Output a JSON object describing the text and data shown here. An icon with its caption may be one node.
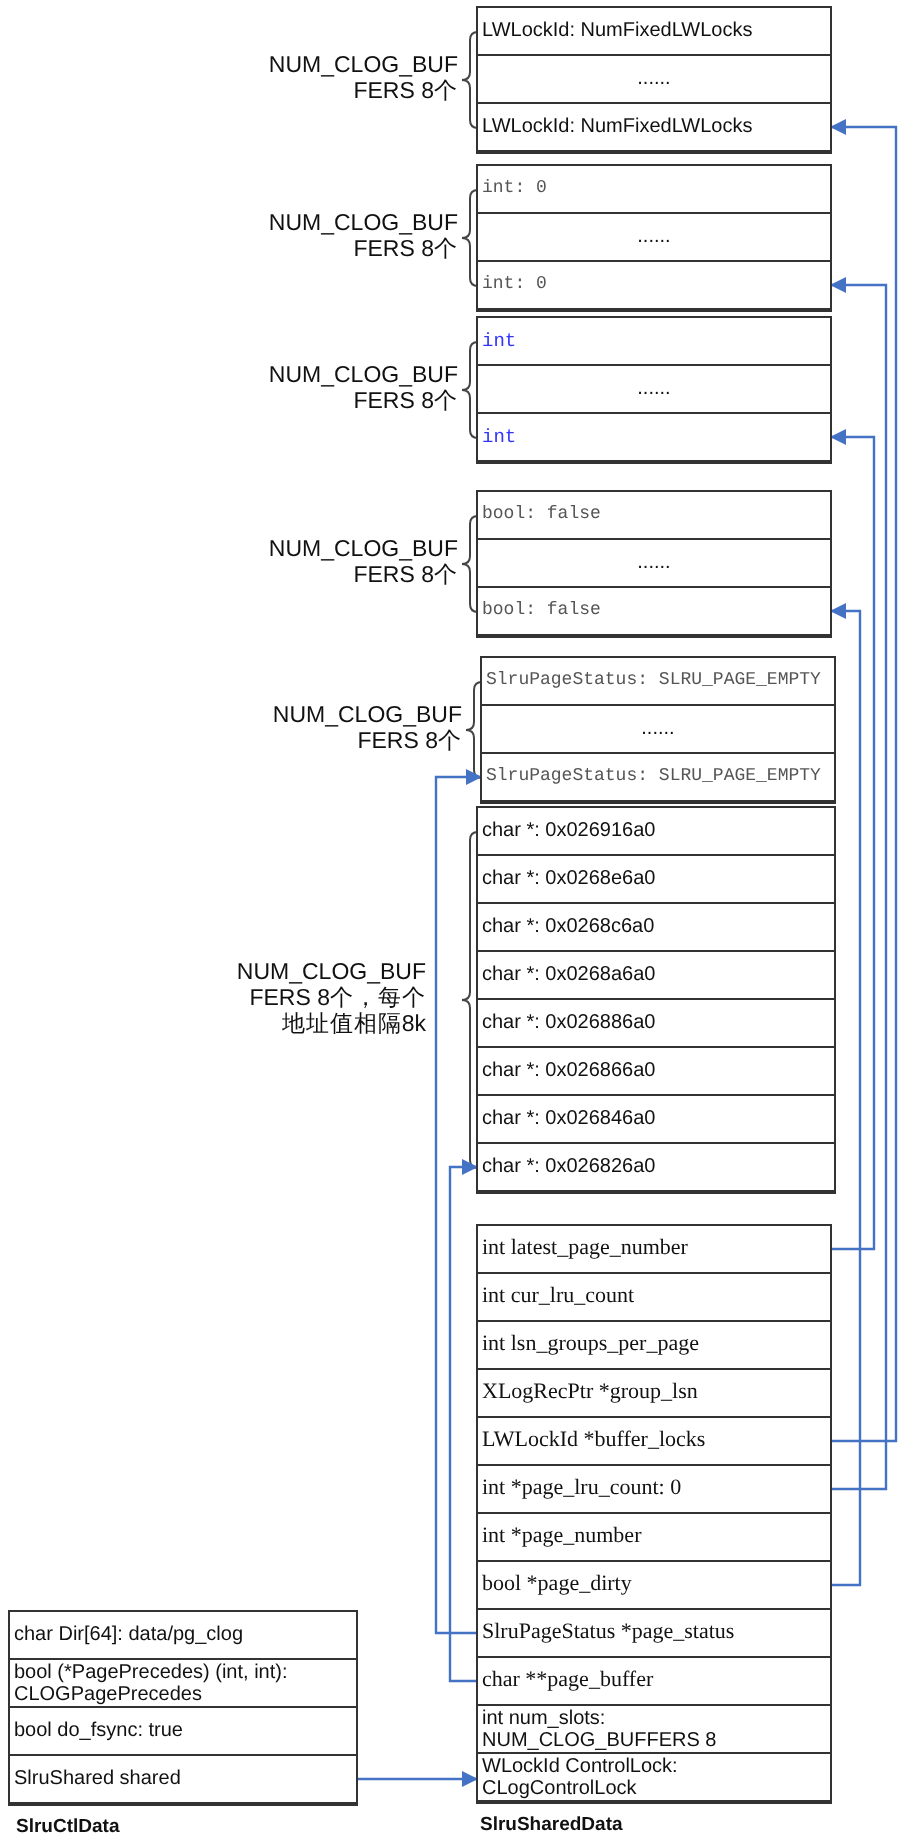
{
  "diagram": {
    "nodes": [
      {
        "text": [],
        "shape": "box",
        "beside": [
          "NUM_CLOG_BUFFERS 8个"
        ]
      },
      {
        "text": [
          "LWLockId: NumFixedLWLocks"
        ],
        "in": 0
      },
      {
        "text": [
          "......"
        ],
        "in": 0
      },
      {
        "text": [
          "LWLockId: NumFixedLWLocks"
        ],
        "in": 0
      },
      {
        "text": [],
        "shape": "box",
        "beside": [
          "NUM_CLOG_BUFFERS 8个"
        ]
      },
      {
        "text": [
          "int: 0"
        ],
        "in": 4
      },
      {
        "text": [
          "......"
        ],
        "in": 4
      },
      {
        "text": [
          "int: 0"
        ],
        "in": 4
      },
      {
        "text": [],
        "shape": "box",
        "beside": [
          "NUM_CLOG_BUFFERS 8个"
        ]
      },
      {
        "text": [
          "int"
        ],
        "in": 8
      },
      {
        "text": [
          "......"
        ],
        "in": 8
      },
      {
        "text": [
          "int"
        ],
        "in": 8
      },
      {
        "text": [],
        "shape": "box",
        "beside": [
          "NUM_CLOG_BUFFERS 8个"
        ]
      },
      {
        "text": [
          "bool: false"
        ],
        "in": 12
      },
      {
        "text": [
          "......"
        ],
        "in": 12
      },
      {
        "text": [
          "bool: false"
        ],
        "in": 12
      },
      {
        "text": [],
        "shape": "box",
        "beside": [
          "NUM_CLOG_BUFFERS 8个"
        ]
      },
      {
        "text": [
          "SlruPageStatus: SLRU_PAGE_EMPTY"
        ],
        "in": 16
      },
      {
        "text": [
          "......"
        ],
        "in": 16
      },
      {
        "text": [
          "SlruPageStatus: SLRU_PAGE_EMPTY"
        ],
        "in": 16
      },
      {
        "text": [],
        "shape": "box",
        "beside": [
          "NUM_CLOG_BUFFERS 8个，每个地址值相隔8k"
        ]
      },
      {
        "text": [
          "char *: 0x026916a0"
        ],
        "in": 20
      },
      {
        "text": [
          "char *: 0x0268e6a0"
        ],
        "in": 20
      },
      {
        "text": [
          "char *: 0x0268c6a0"
        ],
        "in": 20
      },
      {
        "text": [
          "char *: 0x0268a6a0"
        ],
        "in": 20
      },
      {
        "text": [
          "char *: 0x026886a0"
        ],
        "in": 20
      },
      {
        "text": [
          "char *: 0x026866a0"
        ],
        "in": 20
      },
      {
        "text": [
          "char *: 0x026846a0"
        ],
        "in": 20
      },
      {
        "text": [
          "char *: 0x026826a0"
        ],
        "in": 20
      },
      {
        "text": [],
        "shape": "box",
        "beside": [
          "SlruSharedData"
        ]
      },
      {
        "text": [
          "int latest_page_number"
        ],
        "in": 29
      },
      {
        "text": [
          "int cur_lru_count"
        ],
        "in": 29
      },
      {
        "text": [
          "int lsn_groups_per_page"
        ],
        "in": 29
      },
      {
        "text": [
          "XLogRecPtr *group_lsn"
        ],
        "in": 29
      },
      {
        "text": [
          "LWLockId *buffer_locks"
        ],
        "in": 29
      },
      {
        "text": [
          "int *page_lru_count: 0"
        ],
        "in": 29
      },
      {
        "text": [
          "int *page_number"
        ],
        "in": 29
      },
      {
        "text": [
          "bool *page_dirty"
        ],
        "in": 29
      },
      {
        "text": [
          "SlruPageStatus *page_status"
        ],
        "in": 29
      },
      {
        "text": [
          "char **page_buffer"
        ],
        "in": 29
      },
      {
        "text": [
          "int num_slots: NUM_CLOG_BUFFERS 8"
        ],
        "in": 29
      },
      {
        "text": [
          "WLockId ControlLock: CLogControlLock"
        ],
        "in": 29
      },
      {
        "text": [],
        "shape": "box",
        "beside": [
          "SlruCtlData"
        ]
      },
      {
        "text": [
          "char Dir[64]: data/pg_clog"
        ],
        "in": 42
      },
      {
        "text": [
          "bool (*PagePrecedes) (int, int): CLOGPagePrecedes"
        ],
        "in": 42
      },
      {
        "text": [
          "bool do_fsync: true"
        ],
        "in": 42
      },
      {
        "text": [
          "SlruShared shared"
        ],
        "in": 42
      }
    ],
    "edges": [
      {
        "from": 34,
        "to": 3,
        "arrow": "to"
      },
      {
        "from": 35,
        "to": 7,
        "arrow": "to"
      },
      {
        "from": 30,
        "to": 11,
        "arrow": "to"
      },
      {
        "from": 37,
        "to": 15,
        "arrow": "to"
      },
      {
        "from": 38,
        "to": 19,
        "arrow": "to"
      },
      {
        "from": 39,
        "to": 28,
        "arrow": "to"
      },
      {
        "from": 46,
        "to": 29,
        "arrow": "to"
      }
    ]
  }
}
